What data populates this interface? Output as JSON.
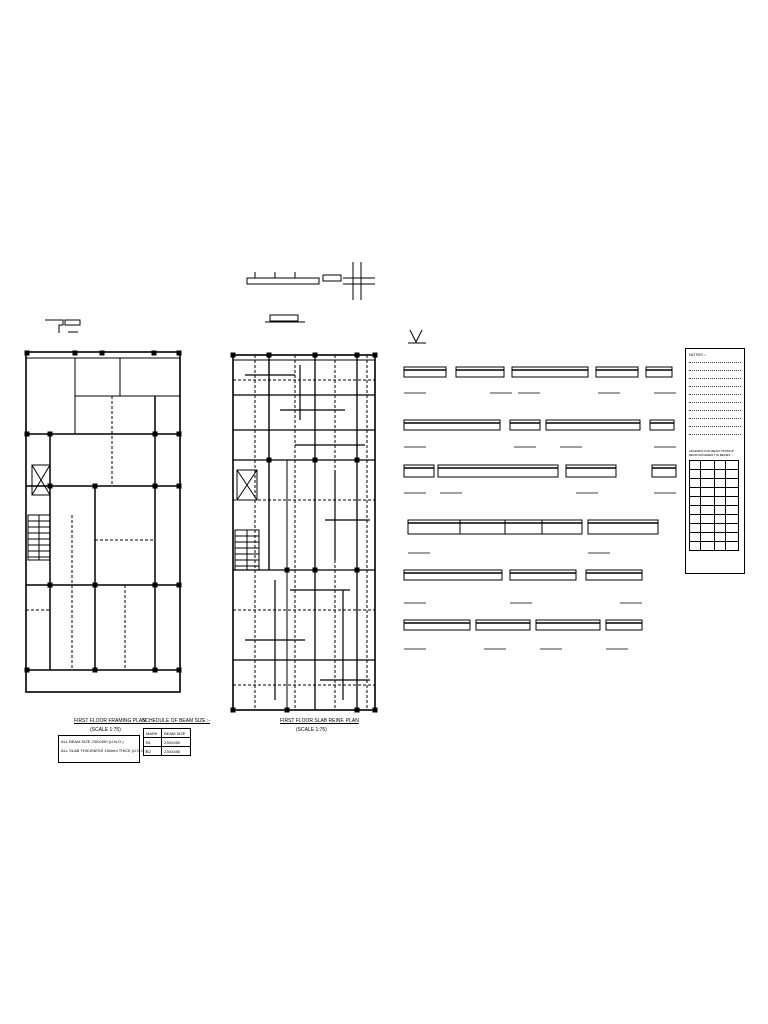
{
  "drawing": {
    "framing_plan": {
      "title": "FIRST FLOOR FRAMING PLAN",
      "scale": "(SCALE 1:75)",
      "note_1": "ALL BEAM SIZE 230X450 (U.N.O.)",
      "note_2": "ALL SLAB THICKNESS 150mm THICK (U.N.O.)"
    },
    "beam_schedule": {
      "title": "SCHEDULE OF BEAM SIZE :-",
      "headers": [
        "MARK",
        "BEAM SIZE"
      ],
      "rows": [
        [
          "B1",
          "230X450"
        ],
        [
          "B2",
          "230X450"
        ]
      ]
    },
    "slab_plan": {
      "title": "FIRST FLOOR SLAB REINF. PLAN",
      "scale": "(SCALE 1:75)"
    },
    "notes": {
      "title": "NOTES :-"
    },
    "legend": {
      "title": "LEGENDS FOR BEAM STIRRUP REINFORCEMENT IN BEAMS :-"
    }
  }
}
